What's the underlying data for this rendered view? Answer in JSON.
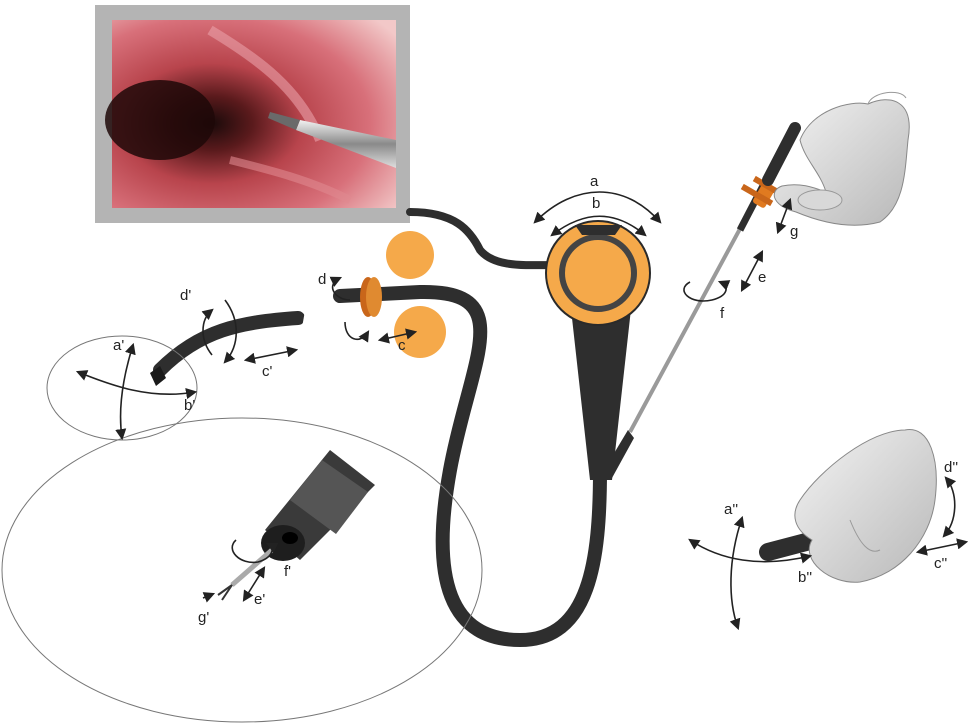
{
  "labels": {
    "a": "a",
    "b": "b",
    "c": "c",
    "d": "d",
    "e": "e",
    "f": "f",
    "g": "g",
    "a1": "a'",
    "b1": "b'",
    "c1": "c'",
    "d1": "d'",
    "e1": "e'",
    "f1": "f'",
    "g1": "g'",
    "a2": "a''",
    "b2": "b''",
    "c2": "c''",
    "d2": "d''"
  },
  "colors": {
    "tube": "#2e2e2e",
    "accent_orange": "#f5a94a",
    "ring_orange": "#c9661a",
    "monitor_frame": "#b4b4b4",
    "tissue": "#c8505a",
    "hand": "#dcdcdc"
  },
  "icons": {
    "monitor": "endoscopic-view-monitor",
    "control_knob": "control-knob-icon",
    "hand": "hand-icon",
    "instrument_tip": "grasper-tip-icon"
  }
}
